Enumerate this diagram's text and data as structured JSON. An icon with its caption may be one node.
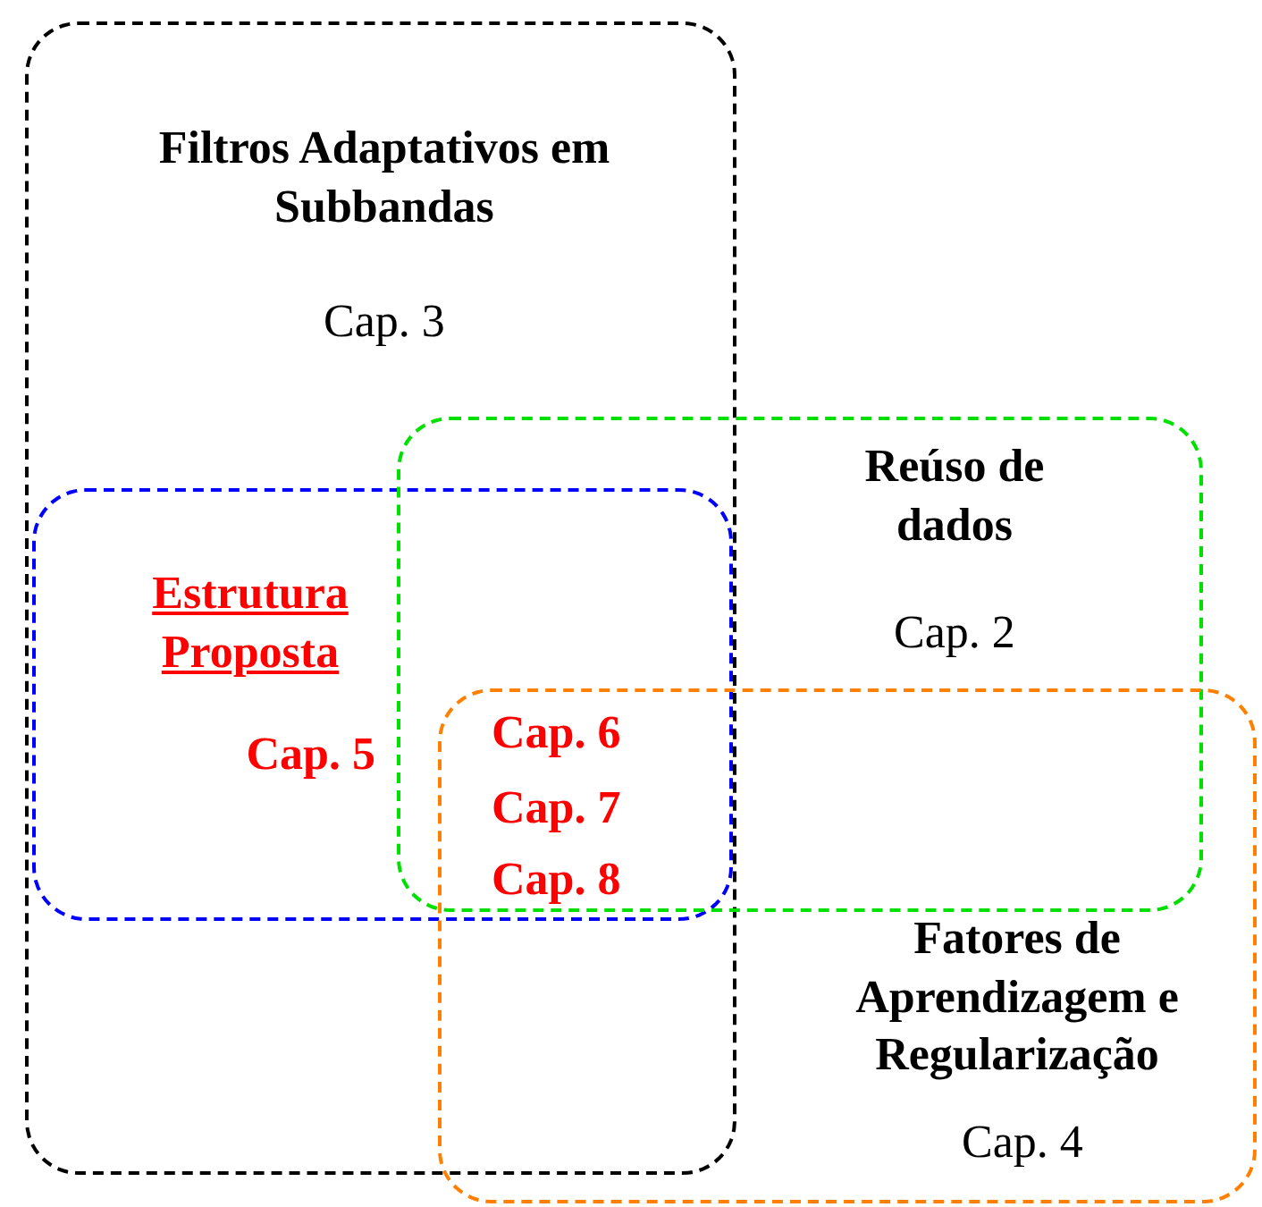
{
  "diagram": {
    "nodes": [
      {
        "text": [
          "Filtros Adaptativos em Subbandas",
          "Cap. 3"
        ]
      },
      {
        "text": [
          "Reúso de dados",
          "Cap. 2"
        ]
      },
      {
        "text": [
          "Estrutura Proposta",
          "Cap. 5"
        ],
        "in": 0
      },
      {
        "text": [
          "Fatores de Aprendizagem e Regularização",
          "Cap. 4"
        ]
      }
    ],
    "edges": [],
    "labels": [
      "Cap. 6",
      "Cap. 7",
      "Cap. 8"
    ]
  }
}
